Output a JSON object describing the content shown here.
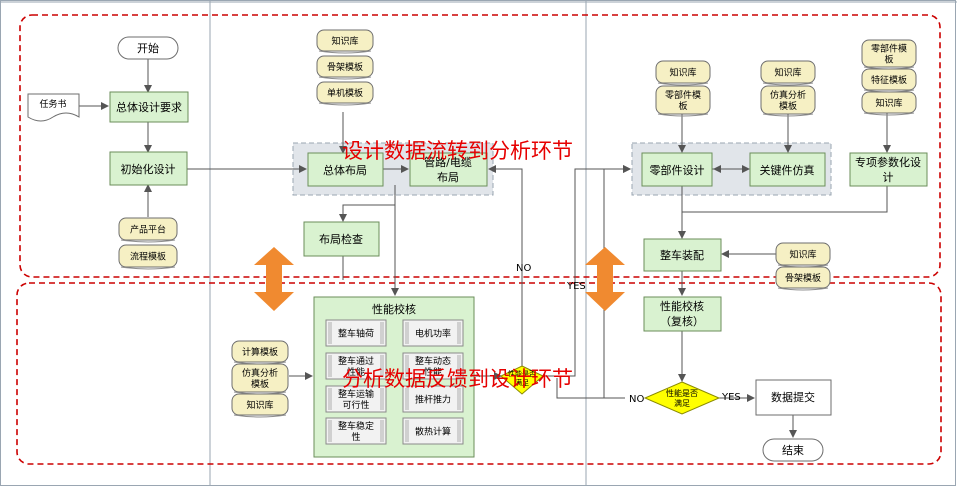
{
  "start_label": "开始",
  "end_label": "结束",
  "task_doc": "任务书",
  "overall_design_req": "总体设计要求",
  "init_design": "初始化设计",
  "overall_layout": "总体布局",
  "pipe_cable_layout": [
    "管路/电缆",
    "布局"
  ],
  "layout_check": "布局检查",
  "perf_check_title": "性能校核",
  "perf_items": [
    [
      "整车轴荷"
    ],
    [
      "电机功率"
    ],
    [
      "整车通过",
      "性能"
    ],
    [
      "整车动态",
      "性能"
    ],
    [
      "整车运输",
      "可行性"
    ],
    [
      "推杆推力"
    ],
    [
      "整车稳定",
      "性"
    ],
    [
      "散热计算"
    ]
  ],
  "part_design": "零部件设计",
  "key_part_sim": "关键件仿真",
  "special_param_design": [
    "专项参数化设",
    "计"
  ],
  "vehicle_assembly": "整车装配",
  "perf_recheck": [
    "性能校核",
    "（复核）"
  ],
  "decision_2": [
    "性能是否",
    "满足"
  ],
  "decision_1": [
    "性能是否",
    "满足"
  ],
  "data_submit": "数据提交",
  "docs": {
    "top_center": [
      "知识库",
      "骨架模板",
      "单机模板"
    ],
    "left_bottom": [
      "产品平台",
      "流程模板"
    ],
    "left_calc": [
      [
        "计算模板"
      ],
      [
        "仿真分析",
        "模板"
      ],
      [
        "知识库"
      ]
    ],
    "right_a": [
      [
        "知识库"
      ],
      [
        "零部件模",
        "板"
      ]
    ],
    "right_b": [
      [
        "知识库"
      ],
      [
        "仿真分析",
        "模板"
      ]
    ],
    "right_c": [
      [
        "零部件模",
        "板"
      ],
      [
        "特征模板"
      ],
      [
        "知识库"
      ]
    ],
    "right_assembly": [
      [
        "知识库"
      ],
      [
        "骨架模板"
      ]
    ]
  },
  "labels": {
    "no_1": "NO",
    "yes_1": "YES",
    "no_2": "NO",
    "yes_2": "YES"
  },
  "overlay_top": "设计数据流转到分析环节",
  "overlay_bottom": "分析数据反馈到设计环节",
  "colors": {
    "process_fill": "#d9f2d0",
    "process_stroke": "#6b8e5a",
    "doc_fill": "#f6f0c4",
    "decision_fill": "#ffff00",
    "dashed_red": "#cc0000",
    "orange_arrow": "#f08a30",
    "overlay_text": "#e60000",
    "gray_group": "#e1e5ea"
  }
}
